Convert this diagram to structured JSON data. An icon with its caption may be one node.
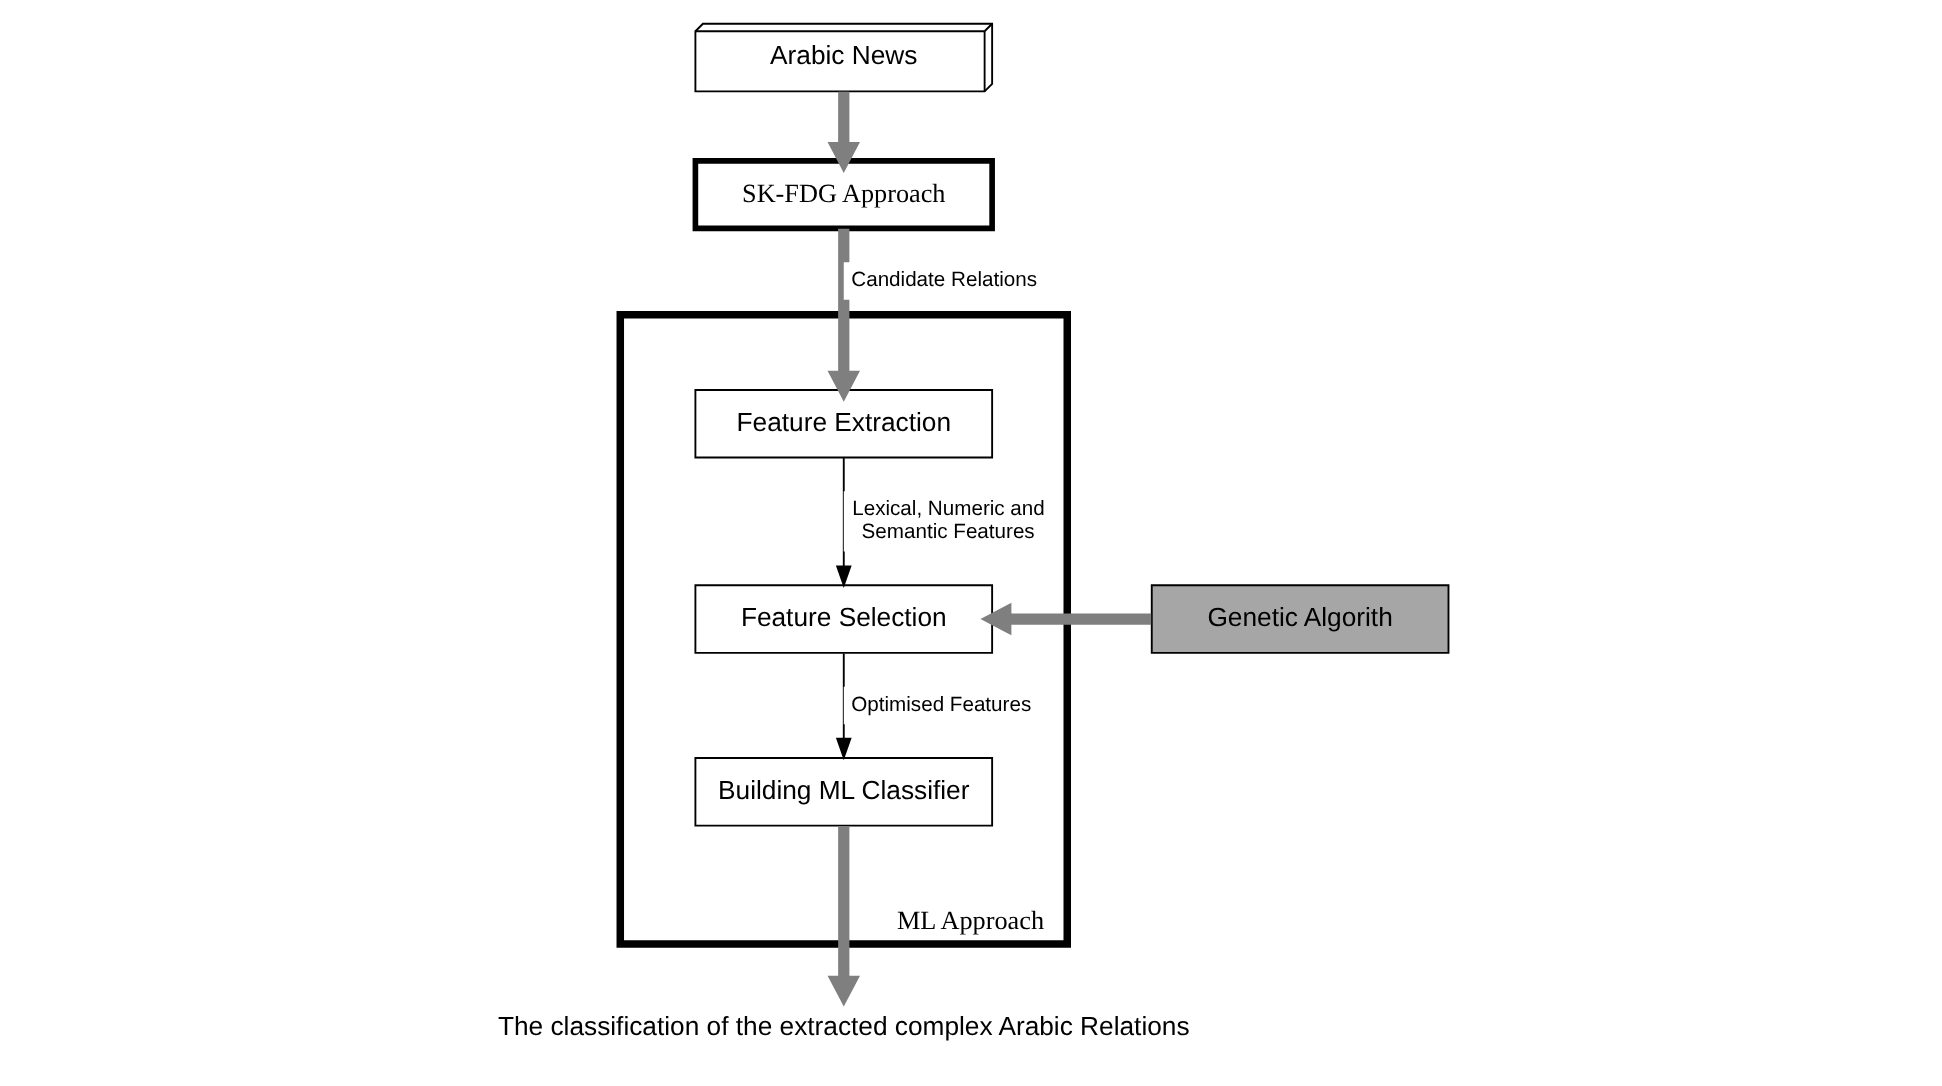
{
  "diagram": {
    "nodes": [
      {
        "text": [
          "Arabic News"
        ]
      },
      {
        "text": [
          "SK-FDG Approach"
        ]
      },
      {
        "text": [
          "ML Approach"
        ]
      },
      {
        "text": [
          "Feature Extraction"
        ],
        "in": 2
      },
      {
        "text": [
          "Feature Selection"
        ],
        "in": 2
      },
      {
        "text": [
          "Building ML Classifier"
        ],
        "in": 2
      },
      {
        "text": [
          "Genetic Algorith"
        ]
      },
      {
        "text": [
          "The classification of the extracted complex Arabic Relations"
        ]
      }
    ],
    "edges": [
      {
        "from": 0,
        "to": 1,
        "arrow": "to"
      },
      {
        "from": 1,
        "to": 3,
        "arrow": "to",
        "label": "Candidate Relations"
      },
      {
        "from": 3,
        "to": 4,
        "arrow": "to",
        "label": "Lexical, Numeric and Semantic Features",
        "color": "#000000"
      },
      {
        "from": 6,
        "to": 4,
        "arrow": "to"
      },
      {
        "from": 4,
        "to": 5,
        "arrow": "to",
        "label": "Optimised Features",
        "color": "#000000"
      },
      {
        "from": 5,
        "to": 7,
        "arrow": "to"
      }
    ]
  }
}
